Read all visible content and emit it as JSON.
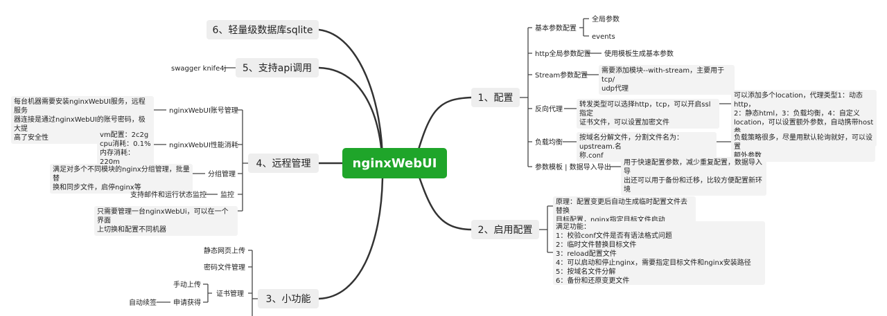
{
  "root": {
    "label": "nginxWebUI"
  },
  "branches": {
    "config": {
      "label": "1、配置",
      "basic": {
        "label": "基本参数配置",
        "children": [
          "全局参数",
          "events"
        ]
      },
      "http": {
        "label": "http全局参数配置",
        "note": "使用模板生成基本参数"
      },
      "stream": {
        "label": "Stream参数配置",
        "note": "需要添加模块--with-stream，主要用于tcp/\nudp代理"
      },
      "reverse": {
        "label": "反向代理",
        "note": "转发类型可以选择http，tcp，可以开启ssl指定\n证书文件，可以设置加密文件",
        "detail": "可以添加多个location，代理类型1：动态http，\n2：静态html，3：负载均衡，4：自定义\nlocation，可以设置额外参数，自动携带host参\n数，开启websocket"
      },
      "balance": {
        "label": "负载均衡",
        "note": "按域名分解文件，分割文件名为：upstream.名\n称.conf",
        "detail": "负载策略很多，尽量用默认轮询就好，可以设置\n额外参数"
      },
      "template": {
        "label": "参数模板 | 数据导入导出",
        "note": "用于快速配置参数，减少重复配置，数据导入导\n出还可以用于备份和迁移，比较方便配置新环境"
      }
    },
    "enable": {
      "label": "2、启用配置",
      "principle": "原理：配置变更后自动生成临时配置文件去替换\n目标配置，nginx指定目标文件启动",
      "features": "满足功能：\n1：校验conf文件是否有语法格式问题\n2：临时文件替换目标文件\n3：reload配置文件\n4：可以启动和停止nginx，需要指定目标文件和nginx安装路径\n5：按域名文件分解\n6：备份和还原变更文件"
    },
    "small": {
      "label": "3、小功能",
      "static": "静态网页上传",
      "password": "密码文件管理",
      "cert": {
        "label": "证书管理",
        "manual": "手动上传",
        "apply": "申请获得",
        "renew": "自动续签"
      }
    },
    "remote": {
      "label": "4、远程管理",
      "account": {
        "label": "nginxWebUI账号管理",
        "note": "每台机器需要安装nginxWebUI服务，远程服务\n器连接是通过nginxWebUI的账号密码，极大提\n高了安全性"
      },
      "perf": {
        "label": "nginxWebUI性能消耗",
        "note": "vm配置：2c2g\ncpu消耗：0.1%\n内存消耗：220m"
      },
      "group": {
        "label": "分组管理",
        "note": "满足对多个不同模块的nginx分组管理，批量替\n换和同步文件，启停nginx等"
      },
      "monitor": {
        "label": "监控",
        "note": "支持邮件和运行状态监控"
      },
      "single": {
        "note": "只需要管理一台nginxWebUi，可以在一个界面\n上切换和配置不同机器"
      }
    },
    "api": {
      "label": "5、支持api调用",
      "note": "swagger knife4j"
    },
    "sqlite": {
      "label": "6、轻量级数据库sqlite"
    }
  }
}
